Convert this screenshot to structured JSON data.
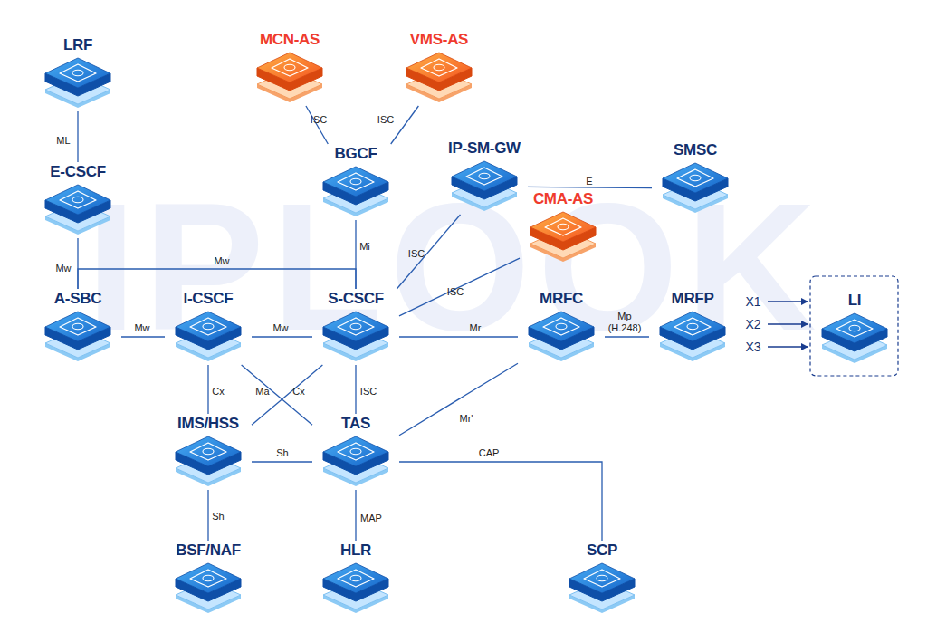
{
  "diagram": {
    "nodes": [
      {
        "text": [
          "LRF"
        ]
      },
      {
        "text": [
          "MCN-AS"
        ]
      },
      {
        "text": [
          "VMS-AS"
        ]
      },
      {
        "text": [
          "E-CSCF"
        ]
      },
      {
        "text": [
          "BGCF"
        ]
      },
      {
        "text": [
          "IP-SM-GW"
        ]
      },
      {
        "text": [
          "SMSC"
        ]
      },
      {
        "text": [
          "CMA-AS"
        ]
      },
      {
        "text": [
          "A-SBC"
        ]
      },
      {
        "text": [
          "I-CSCF"
        ]
      },
      {
        "text": [
          "S-CSCF"
        ]
      },
      {
        "text": [
          "MRFC"
        ]
      },
      {
        "text": [
          "MRFP"
        ]
      },
      {
        "text": [
          "LI"
        ]
      },
      {
        "text": [
          "IMS/HSS"
        ]
      },
      {
        "text": [
          "TAS"
        ]
      },
      {
        "text": [
          "BSF/NAF"
        ]
      },
      {
        "text": [
          "HLR"
        ]
      },
      {
        "text": [
          "SCP"
        ]
      }
    ],
    "edges": [
      {
        "from": 0,
        "to": 3,
        "arrow": "none",
        "label": "ML"
      },
      {
        "from": 1,
        "to": 4,
        "arrow": "none",
        "label": "ISC"
      },
      {
        "from": 2,
        "to": 4,
        "arrow": "none",
        "label": "ISC"
      },
      {
        "from": 5,
        "to": 6,
        "arrow": "none",
        "label": "E"
      },
      {
        "from": 3,
        "to": 8,
        "arrow": "none",
        "label": "Mw"
      },
      {
        "from": 8,
        "to": 10,
        "arrow": "none",
        "label": "Mw"
      },
      {
        "from": 4,
        "to": 10,
        "arrow": "none",
        "label": "Mi"
      },
      {
        "from": 5,
        "to": 10,
        "arrow": "none",
        "label": "ISC"
      },
      {
        "from": 7,
        "to": 10,
        "arrow": "none",
        "label": "ISC"
      },
      {
        "from": 8,
        "to": 9,
        "arrow": "none",
        "label": "Mw"
      },
      {
        "from": 9,
        "to": 10,
        "arrow": "none",
        "label": "Mw"
      },
      {
        "from": 10,
        "to": 11,
        "arrow": "none",
        "label": "Mr"
      },
      {
        "from": 11,
        "to": 12,
        "arrow": "none",
        "label": "Mp (H.248)"
      },
      {
        "from": 9,
        "to": 14,
        "arrow": "none",
        "label": "Cx"
      },
      {
        "from": 9,
        "to": 15,
        "arrow": "none",
        "label": "Ma"
      },
      {
        "from": 10,
        "to": 14,
        "arrow": "none",
        "label": "Cx"
      },
      {
        "from": 10,
        "to": 15,
        "arrow": "none",
        "label": "ISC"
      },
      {
        "from": 11,
        "to": 15,
        "arrow": "none",
        "label": "Mr'"
      },
      {
        "from": 14,
        "to": 15,
        "arrow": "none",
        "label": "Sh"
      },
      {
        "from": 15,
        "to": 18,
        "arrow": "none",
        "label": "CAP"
      },
      {
        "from": 14,
        "to": 16,
        "arrow": "none",
        "label": "Sh"
      },
      {
        "from": 15,
        "to": 17,
        "arrow": "none",
        "label": "MAP"
      }
    ],
    "labels": [
      "X1",
      "X2",
      "X3",
      "IPLOOK"
    ]
  }
}
